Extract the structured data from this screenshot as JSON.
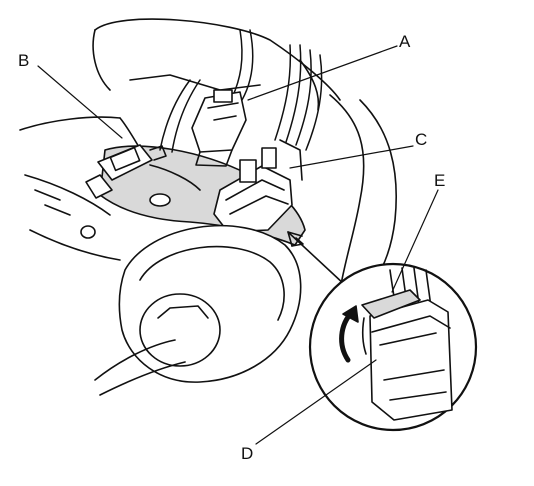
{
  "labels": {
    "a": "A",
    "b": "B",
    "c": "C",
    "d": "D",
    "e": "E"
  },
  "colors": {
    "line": "#111111",
    "shade": "#d9d9d9",
    "background": "#ffffff"
  }
}
